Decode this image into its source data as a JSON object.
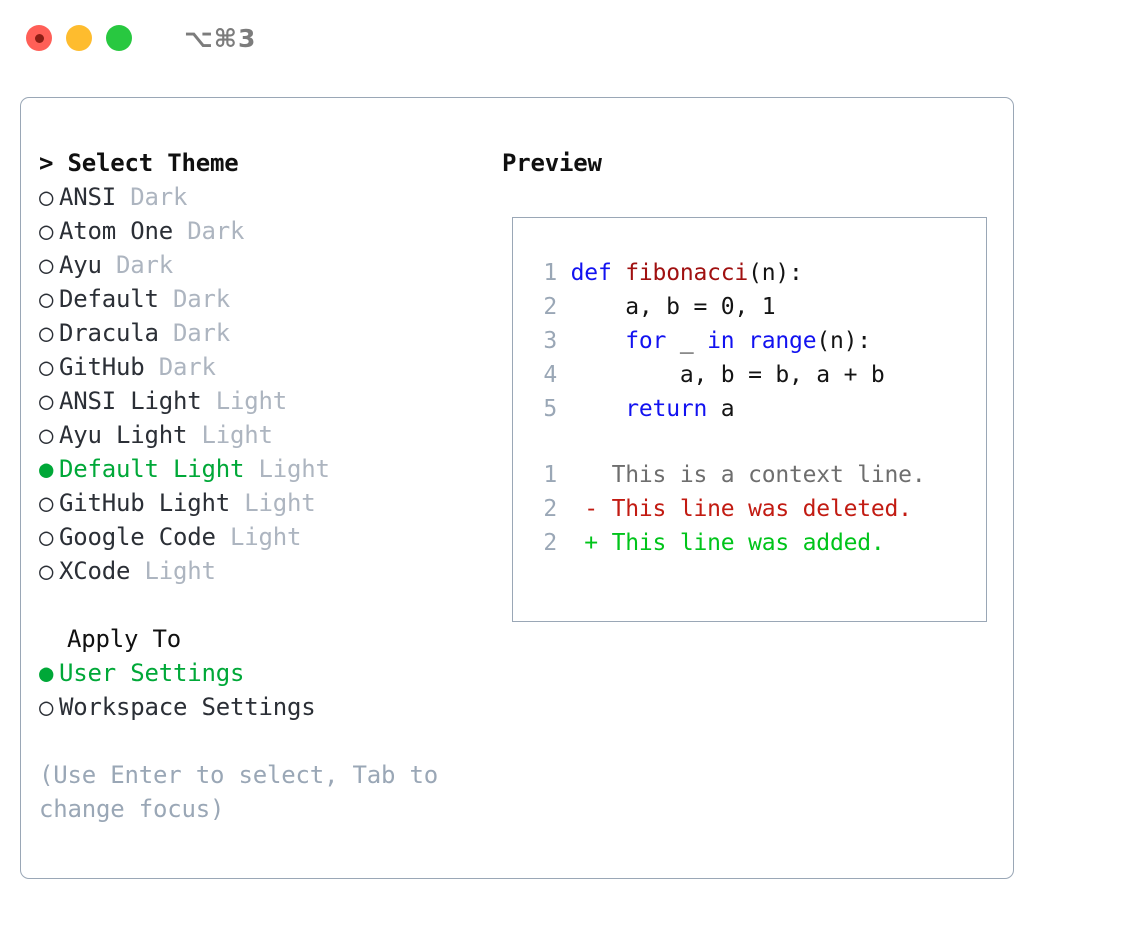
{
  "window": {
    "shortcut": "⌥⌘3",
    "traffic_lights": [
      {
        "name": "close-button",
        "color": "#ff5f57"
      },
      {
        "name": "minimize-button",
        "color": "#febc2e"
      },
      {
        "name": "maximize-button",
        "color": "#28c840"
      }
    ]
  },
  "theme_picker": {
    "title": "> Select Theme",
    "selected_bullet": "●",
    "unselected_bullet": "○",
    "accent_color": "#00a838",
    "options": [
      {
        "bullet": "○",
        "name": "ANSI",
        "category": "Dark",
        "selected": false
      },
      {
        "bullet": "○",
        "name": "Atom One",
        "category": "Dark",
        "selected": false
      },
      {
        "bullet": "○",
        "name": "Ayu",
        "category": "Dark",
        "selected": false
      },
      {
        "bullet": "○",
        "name": "Default",
        "category": "Dark",
        "selected": false
      },
      {
        "bullet": "○",
        "name": "Dracula",
        "category": "Dark",
        "selected": false
      },
      {
        "bullet": "○",
        "name": "GitHub",
        "category": "Dark",
        "selected": false
      },
      {
        "bullet": "○",
        "name": "ANSI Light",
        "category": "Light",
        "selected": false
      },
      {
        "bullet": "○",
        "name": "Ayu Light",
        "category": "Light",
        "selected": false
      },
      {
        "bullet": "●",
        "name": "Default Light",
        "category": "Light",
        "selected": true
      },
      {
        "bullet": "○",
        "name": "GitHub Light",
        "category": "Light",
        "selected": false
      },
      {
        "bullet": "○",
        "name": "Google Code",
        "category": "Light",
        "selected": false
      },
      {
        "bullet": "○",
        "name": "XCode",
        "category": "Light",
        "selected": false
      }
    ]
  },
  "apply_to": {
    "title": "Apply To",
    "options": [
      {
        "bullet": "●",
        "name": "User Settings",
        "selected": true
      },
      {
        "bullet": "○",
        "name": "Workspace Settings",
        "selected": false
      }
    ]
  },
  "hint": "(Use Enter to select, Tab to change focus)",
  "preview": {
    "title": "Preview",
    "code_lines": [
      {
        "num": "1",
        "tokens": [
          {
            "t": "def ",
            "c": "kw"
          },
          {
            "t": "fibonacci",
            "c": "fn"
          },
          {
            "t": "(n):",
            "c": "plain"
          }
        ]
      },
      {
        "num": "2",
        "tokens": [
          {
            "t": "    a, b = 0, 1",
            "c": "plain"
          }
        ]
      },
      {
        "num": "3",
        "tokens": [
          {
            "t": "    ",
            "c": "plain"
          },
          {
            "t": "for",
            "c": "kw"
          },
          {
            "t": " _ ",
            "c": "plain"
          },
          {
            "t": "in",
            "c": "kw"
          },
          {
            "t": " ",
            "c": "plain"
          },
          {
            "t": "range",
            "c": "kw"
          },
          {
            "t": "(n):",
            "c": "plain"
          }
        ]
      },
      {
        "num": "4",
        "tokens": [
          {
            "t": "        a, b = b, a + b",
            "c": "plain"
          }
        ]
      },
      {
        "num": "5",
        "tokens": [
          {
            "t": "    ",
            "c": "plain"
          },
          {
            "t": "return",
            "c": "kw"
          },
          {
            "t": " a",
            "c": "plain"
          }
        ]
      }
    ],
    "diff_lines": [
      {
        "num": "1",
        "marker": " ",
        "text": "This is a context line.",
        "kind": "diff-ctx"
      },
      {
        "num": "2",
        "marker": "-",
        "text": "This line was deleted.",
        "kind": "diff-del"
      },
      {
        "num": "2",
        "marker": "+",
        "text": "This line was added.",
        "kind": "diff-add"
      }
    ]
  }
}
